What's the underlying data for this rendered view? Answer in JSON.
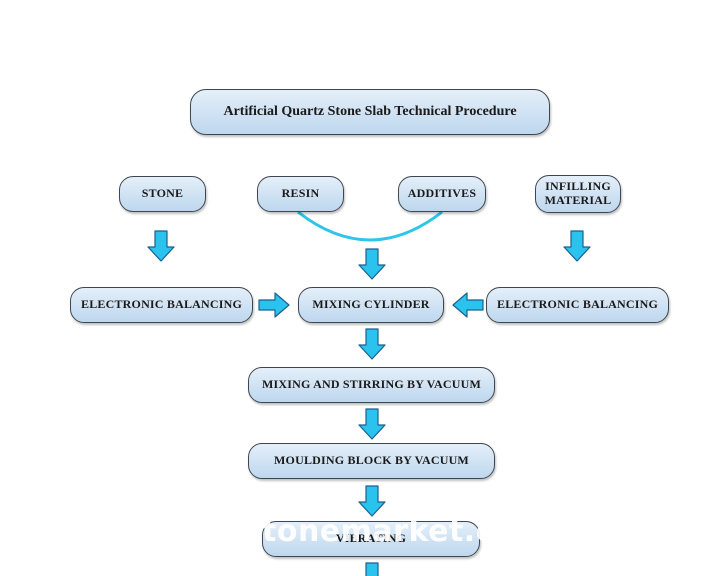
{
  "title": "Artificial Quartz Stone Slab Technical Procedure",
  "nodes": {
    "stone": "STONE",
    "resin": "RESIN",
    "additives": "ADDITIVES",
    "infilling": "INFILLING\nMATERIAL",
    "balancing_left": "ELECTRONIC BALANCING",
    "mixing_cylinder": "MIXING CYLINDER",
    "balancing_right": "ELECTRONIC BALANCING",
    "mixing_stirring": "MIXING AND STIRRING BY VACUUM",
    "moulding": "MOULDING BLOCK BY VACUUM",
    "vibrating": "VIBRATING"
  },
  "watermark": "tonemarket.o",
  "colors": {
    "node_fill_top": "#e4eff9",
    "node_fill_bottom": "#bed7ee",
    "node_border": "#3e4650",
    "arrow_fill": "#29c3ee",
    "arrow_stroke": "#1b5f93",
    "connector": "#2fc4ea"
  }
}
